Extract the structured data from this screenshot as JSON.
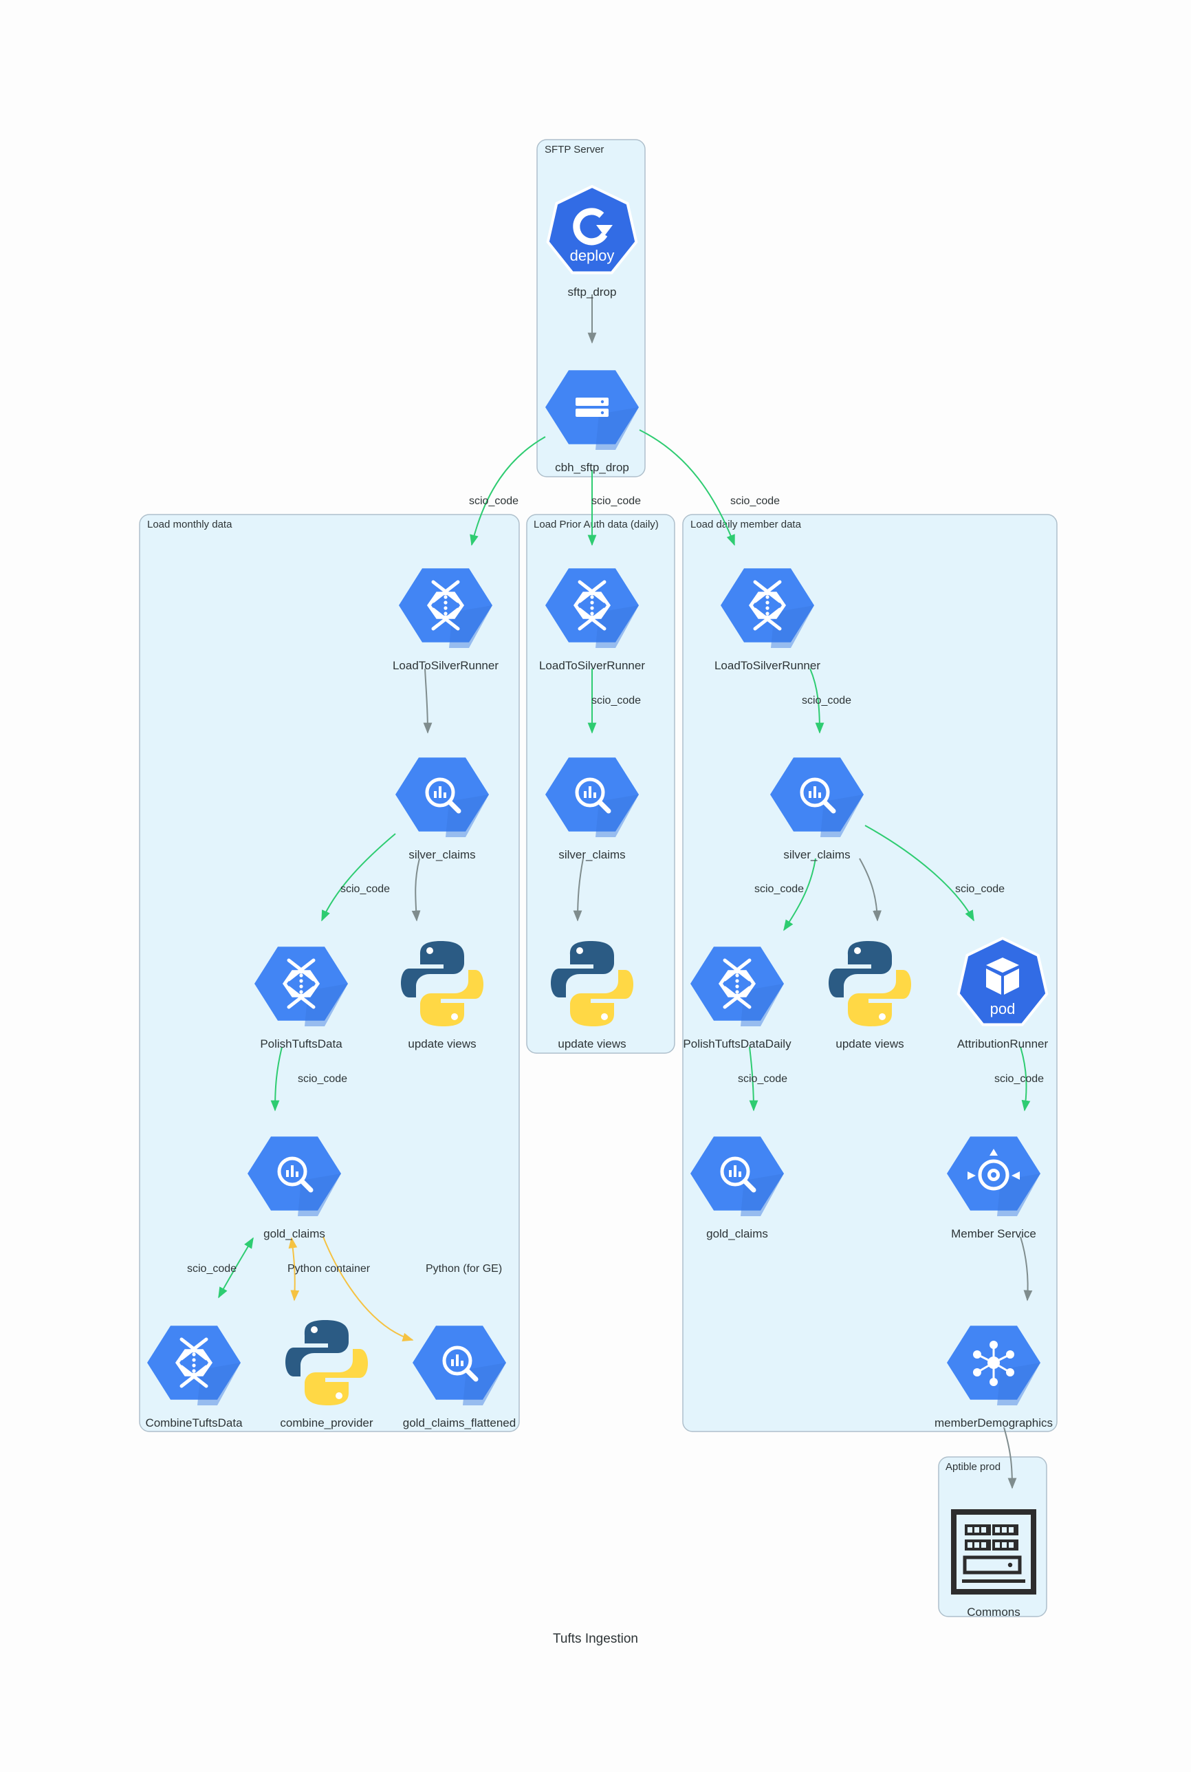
{
  "diagram": {
    "title": "Tufts Ingestion",
    "colors": {
      "cluster_fill": "#e3f4fc",
      "cluster_stroke": "#aebfcb",
      "gcp_blue": "#4285f4",
      "gcp_shade": "#3a77df",
      "k8s_blue": "#326ce5",
      "edge_gray": "#7f8c8d",
      "edge_green": "#2ecc71",
      "edge_yellow": "#f5c242",
      "python_blue": "#2b5b84",
      "python_yellow": "#ffd845",
      "server_black": "#2d2d2d"
    },
    "clusters": [
      {
        "id": "sftp",
        "label": "SFTP Server"
      },
      {
        "id": "monthly",
        "label": "Load monthly data"
      },
      {
        "id": "prior",
        "label": "Load Prior Auth data (daily)"
      },
      {
        "id": "daily",
        "label": "Load daily member data"
      },
      {
        "id": "aptible",
        "label": "Aptible prod"
      }
    ],
    "nodes": [
      {
        "id": "sftp_drop",
        "label": "sftp_drop",
        "icon": "k8s-deploy-icon",
        "badge": "deploy"
      },
      {
        "id": "cbh_sftp_drop",
        "label": "cbh_sftp_drop",
        "icon": "gcp-filestore-icon"
      },
      {
        "id": "m_load",
        "label": "LoadToSilverRunner",
        "icon": "gcp-dataflow-icon"
      },
      {
        "id": "m_silver",
        "label": "silver_claims",
        "icon": "gcp-bigquery-icon"
      },
      {
        "id": "m_polish",
        "label": "PolishTuftsData",
        "icon": "gcp-dataflow-icon"
      },
      {
        "id": "m_update",
        "label": "update views",
        "icon": "python-icon"
      },
      {
        "id": "m_gold",
        "label": "gold_claims",
        "icon": "gcp-bigquery-icon"
      },
      {
        "id": "m_combine",
        "label": "CombineTuftsData",
        "icon": "gcp-dataflow-icon"
      },
      {
        "id": "m_provider",
        "label": "combine_provider",
        "icon": "python-icon"
      },
      {
        "id": "m_flat",
        "label": "gold_claims_flattened",
        "icon": "gcp-bigquery-icon"
      },
      {
        "id": "p_load",
        "label": "LoadToSilverRunner",
        "icon": "gcp-dataflow-icon"
      },
      {
        "id": "p_silver",
        "label": "silver_claims",
        "icon": "gcp-bigquery-icon"
      },
      {
        "id": "p_update",
        "label": "update views",
        "icon": "python-icon"
      },
      {
        "id": "d_load",
        "label": "LoadToSilverRunner",
        "icon": "gcp-dataflow-icon"
      },
      {
        "id": "d_silver",
        "label": "silver_claims",
        "icon": "gcp-bigquery-icon"
      },
      {
        "id": "d_polish",
        "label": "PolishTuftsDataDaily",
        "icon": "gcp-dataflow-icon"
      },
      {
        "id": "d_update",
        "label": "update views",
        "icon": "python-icon"
      },
      {
        "id": "d_attr",
        "label": "AttributionRunner",
        "icon": "k8s-pod-icon",
        "badge": "pod"
      },
      {
        "id": "d_gold",
        "label": "gold_claims",
        "icon": "gcp-bigquery-icon"
      },
      {
        "id": "d_member",
        "label": "Member Service",
        "icon": "gcp-endpoints-icon"
      },
      {
        "id": "d_demo",
        "label": "memberDemographics",
        "icon": "gcp-pubsub-icon"
      },
      {
        "id": "commons",
        "label": "Commons",
        "icon": "rack-server-icon"
      }
    ],
    "edges": [
      {
        "id": "e1",
        "from": "sftp_drop",
        "to": "cbh_sftp_drop",
        "label": "",
        "color": "gray"
      },
      {
        "id": "e2",
        "from": "cbh_sftp_drop",
        "to": "m_load",
        "label": "scio_code",
        "color": "green"
      },
      {
        "id": "e3",
        "from": "cbh_sftp_drop",
        "to": "p_load",
        "label": "scio_code",
        "color": "green"
      },
      {
        "id": "e4",
        "from": "cbh_sftp_drop",
        "to": "d_load",
        "label": "scio_code",
        "color": "green"
      },
      {
        "id": "e5",
        "from": "m_load",
        "to": "m_silver",
        "label": "",
        "color": "gray"
      },
      {
        "id": "e6",
        "from": "m_silver",
        "to": "m_polish",
        "label": "scio_code",
        "color": "green"
      },
      {
        "id": "e7",
        "from": "m_silver",
        "to": "m_update",
        "label": "",
        "color": "gray"
      },
      {
        "id": "e8",
        "from": "m_polish",
        "to": "m_gold",
        "label": "scio_code",
        "color": "green"
      },
      {
        "id": "e9",
        "from": "m_gold",
        "to": "m_combine",
        "label": "scio_code",
        "color": "green"
      },
      {
        "id": "e10",
        "from": "m_gold",
        "to": "m_provider",
        "label": "Python container",
        "color": "yellow"
      },
      {
        "id": "e11",
        "from": "m_gold",
        "to": "m_flat",
        "label": "Python (for GE)",
        "color": "yellow"
      },
      {
        "id": "e12",
        "from": "p_load",
        "to": "p_silver",
        "label": "scio_code",
        "color": "green"
      },
      {
        "id": "e13",
        "from": "p_silver",
        "to": "p_update",
        "label": "",
        "color": "gray"
      },
      {
        "id": "e14",
        "from": "d_load",
        "to": "d_silver",
        "label": "scio_code",
        "color": "green"
      },
      {
        "id": "e15",
        "from": "d_silver",
        "to": "d_polish",
        "label": "scio_code",
        "color": "green"
      },
      {
        "id": "e16",
        "from": "d_silver",
        "to": "d_update",
        "label": "",
        "color": "gray"
      },
      {
        "id": "e17",
        "from": "d_silver",
        "to": "d_attr",
        "label": "scio_code",
        "color": "green"
      },
      {
        "id": "e18",
        "from": "d_polish",
        "to": "d_gold",
        "label": "scio_code",
        "color": "green"
      },
      {
        "id": "e19",
        "from": "d_attr",
        "to": "d_member",
        "label": "scio_code",
        "color": "green"
      },
      {
        "id": "e20",
        "from": "d_member",
        "to": "d_demo",
        "label": "",
        "color": "gray"
      },
      {
        "id": "e21",
        "from": "d_demo",
        "to": "commons",
        "label": "",
        "color": "gray"
      }
    ]
  }
}
